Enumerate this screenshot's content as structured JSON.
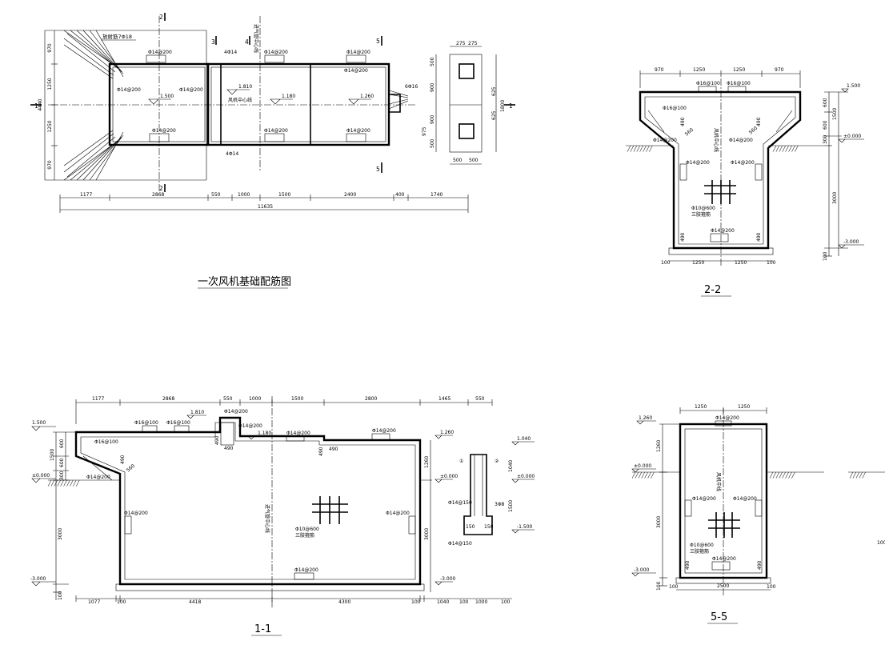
{
  "plan": {
    "title": "一次风机基础配筋图",
    "rebar_fan": "放射筋7Φ18",
    "dims_top_left": [
      "970",
      "1250",
      "1250",
      "970"
    ],
    "dim_4440": "4440",
    "dims_bottom": [
      "1177",
      "2868",
      "550",
      "1000",
      "1500",
      "2400",
      "400",
      "1740"
    ],
    "dim_total": "11635",
    "bars": [
      "Φ14@200",
      "Φ14@200",
      "Φ14@200",
      "Φ14@200",
      "Φ14@200",
      "Φ14@200",
      "Φ14@200",
      "Φ14@200",
      "Φ14@200"
    ],
    "bar_4d14": "4Φ14",
    "levels": [
      "1.500",
      "1.810",
      "1.180",
      "1.260"
    ],
    "fan_centerline": "风机中心线",
    "duct_centerline": "进气管中心线",
    "side_bar": "6Φ16",
    "marks": [
      "1",
      "2",
      "3",
      "4",
      "5"
    ],
    "detail_dims": [
      "275",
      "275",
      "500",
      "900",
      "975",
      "625",
      "1800",
      "500",
      "500"
    ]
  },
  "s22": {
    "title": "2-2",
    "dims_top": [
      "970",
      "1250",
      "1250",
      "970"
    ],
    "bars": [
      "Φ16@100",
      "Φ16@100",
      "Φ16@100",
      "Φ14@200",
      "Φ14@200",
      "Φ14@200",
      "Φ14@200",
      "Φ14@200"
    ],
    "dims": [
      "490",
      "490",
      "560",
      "560",
      "490",
      "490"
    ],
    "lattice": "Φ10@600",
    "lattice_note": "三肢箍筋",
    "dims_bottom": [
      "100",
      "1250",
      "1250",
      "100"
    ],
    "elev": [
      "1.500",
      "±0.000",
      "-3.000"
    ],
    "vdims": [
      "600",
      "1500",
      "600",
      "300",
      "3000",
      "100"
    ]
  },
  "s11": {
    "title": "1-1",
    "dims_top": [
      "1177",
      "2868",
      "550",
      "1000",
      "1500",
      "2800",
      "1465",
      "550"
    ],
    "bars": [
      "Φ16@100",
      "Φ16@100",
      "Φ14@200",
      "Φ14@200",
      "Φ14@200",
      "Φ14@200",
      "Φ16@100",
      "Φ14@200",
      "Φ14@200",
      "Φ14@200",
      "Φ14@200"
    ],
    "levels": [
      "1.810",
      "1.180",
      "1.260",
      "1.500",
      "±0.000",
      "-3.000",
      "1.040",
      "±0.000",
      "-1.500"
    ],
    "dims": [
      "490",
      "490",
      "490",
      "490",
      "490",
      "560"
    ],
    "lattice": "Φ10@600",
    "lattice_note": "三肢箍筋",
    "duct_centerline": "进气管中心线",
    "dims_bottom": [
      "1077",
      "100",
      "4418",
      "4300",
      "100",
      "1040",
      "100",
      "1000",
      "100"
    ],
    "vdims": [
      "600",
      "1500",
      "600",
      "300",
      "3000",
      "100",
      "1260",
      "3000",
      "1040",
      "1500"
    ],
    "detail_bars": [
      "Φ14@150",
      "3Φ8",
      "Φ14@150"
    ],
    "detail_dims": [
      "150",
      "150"
    ],
    "marks": [
      "①",
      "②"
    ]
  },
  "s55": {
    "title": "5-5",
    "dims_top": [
      "1250",
      "1250"
    ],
    "bars": [
      "Φ14@200",
      "Φ14@200",
      "Φ14@200",
      "Φ14@200"
    ],
    "lattice": "Φ10@600",
    "lattice_note": "三肢箍筋",
    "fan_centerline": "风机中线",
    "elev": [
      "1.260",
      "±0.000",
      "-3.000"
    ],
    "vdims": [
      "1260",
      "3000",
      "100"
    ],
    "dims": [
      "490",
      "490"
    ],
    "dims_bottom": [
      "100",
      "2500",
      "100"
    ],
    "cut_text": "100"
  }
}
